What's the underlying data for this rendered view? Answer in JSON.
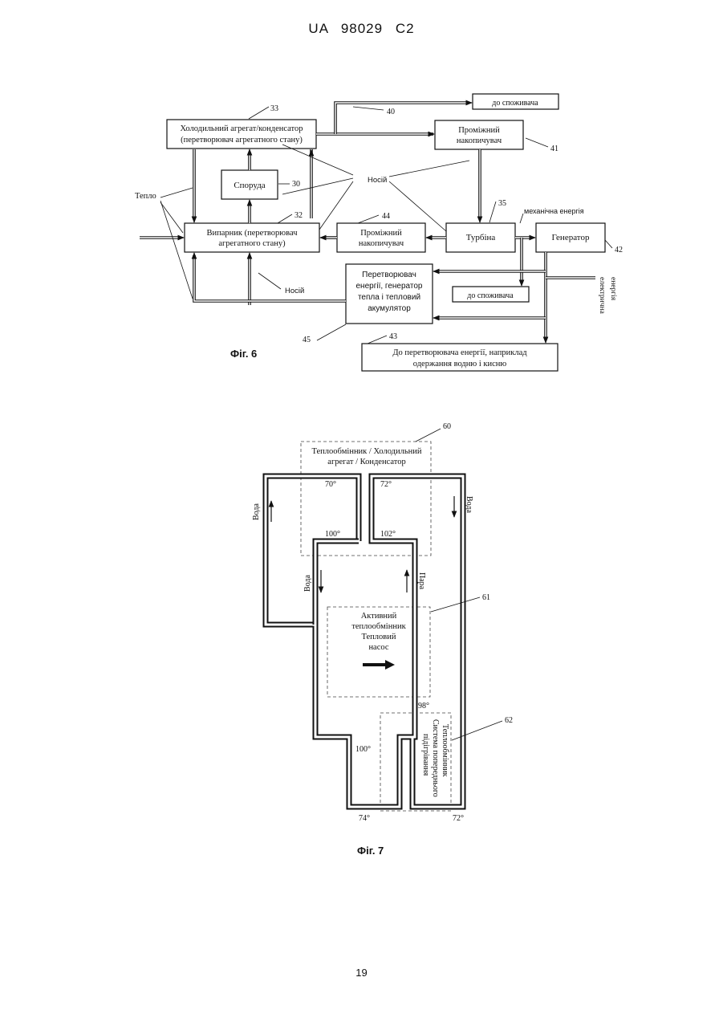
{
  "header": {
    "doc_id": "UA   98029   C2"
  },
  "page_number": "19",
  "fig6": {
    "caption": "Фіг. 6",
    "refrigerator_line1": "Холодильний агрегат/конденсатор",
    "refrigerator_line2": "(перетворювач агрегатного стану)",
    "building": "Споруда",
    "evaporator_line1": "Випарник (перетворювач",
    "evaporator_line2": "агрегатного стану)",
    "storage_top_line1": "Проміжний",
    "storage_top_line2": "накопичувач",
    "storage_mid_line1": "Проміжний",
    "storage_mid_line2": "накопичувач",
    "turbine": "Турбіна",
    "generator": "Генератор",
    "converter_line1": "Перетворювач",
    "converter_line2": "енергії, генератор",
    "converter_line3": "тепла і тепловий",
    "converter_line4": "акумулятор",
    "consumer_top": "до споживача",
    "consumer_mid": "до споживача",
    "energy_conv_line1": "До перетворювача енергії, наприклад",
    "energy_conv_line2": "одержання  водню і кисню",
    "heat_label": "Тепло",
    "carrier_center": "Носій",
    "carrier_bottom": "Носій",
    "mechanical_energy": "механічна енергія",
    "electric_energy_line1": "електрична",
    "electric_energy_line2": "енергія",
    "refs": {
      "r33": "33",
      "r40": "40",
      "r41": "41",
      "r30": "30",
      "r35": "35",
      "r32": "32",
      "r44": "44",
      "r42": "42",
      "r45": "45",
      "r43": "43"
    }
  },
  "fig7": {
    "caption": "Фіг. 7",
    "exchanger_top_line1": "Теплообмінник / Холодильний",
    "exchanger_top_line2": "агрегат / Конденсатор",
    "active_line1": "Активний",
    "active_line2": "теплообмінник",
    "active_line3": "Тепловий",
    "active_line4": "насос",
    "preheat_line1": "Теплообмінник",
    "preheat_line2": "Система попереднього",
    "preheat_line3": "підігрівання",
    "water_left": "Вода",
    "water_right": "Вода",
    "water_inner": "Вода",
    "steam": "Пара",
    "temps": {
      "t70": "70°",
      "t72top": "72°",
      "t100a": "100°",
      "t102": "102°",
      "t98": "98°",
      "t100b": "100°",
      "t74": "74°",
      "t72bot": "72°"
    },
    "refs": {
      "r60": "60",
      "r61": "61",
      "r62": "62"
    }
  }
}
